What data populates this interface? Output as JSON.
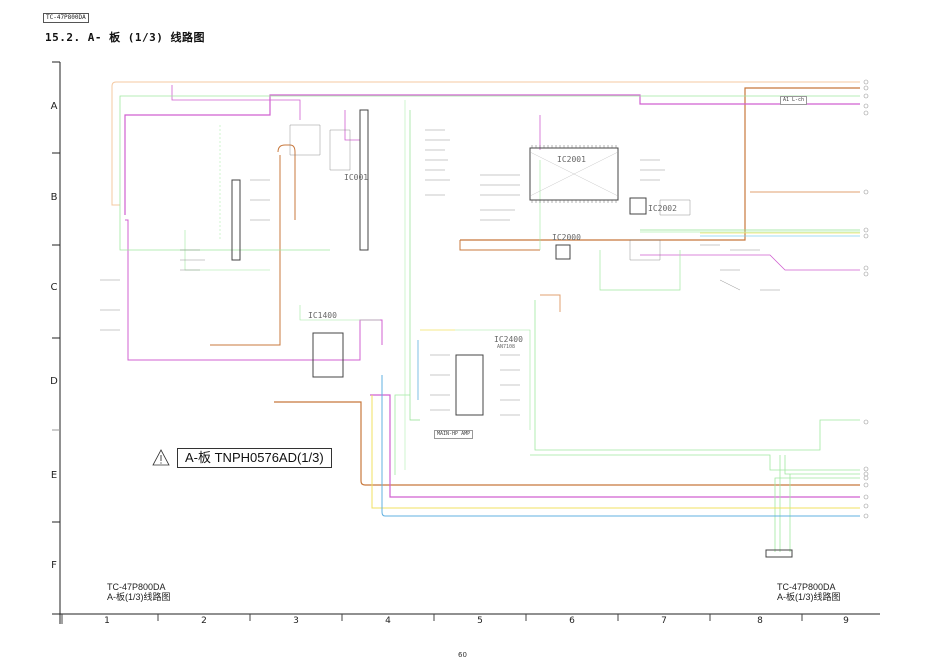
{
  "header": {
    "model_tag": "TC-47P800DA",
    "section_title": "15.2. A- 板 (1/3) 线路图"
  },
  "grid": {
    "rows": [
      "A",
      "B",
      "C",
      "D",
      "E",
      "F"
    ],
    "columns": [
      "1",
      "2",
      "3",
      "4",
      "5",
      "6",
      "7",
      "8",
      "9"
    ]
  },
  "board_label": {
    "warning_icon": "warning-triangle-icon",
    "text": "A-板 TNPH0576AD(1/3)"
  },
  "footer_left": {
    "model": "TC-47P800DA",
    "caption": "A-板(1/3)线路图"
  },
  "footer_right": {
    "model": "TC-47P800DA",
    "caption": "A-板(1/3)线路图"
  },
  "components": {
    "ic1001": "IC001",
    "ic1400": "IC1400",
    "ic2001": "IC2001",
    "ic2002": "IC2002",
    "ic2000": "IC2000",
    "ic2400": "IC2400",
    "ic2400_part": "AN7108",
    "amp_label": "MAIN-HP AMP",
    "right_box": "A1 L-ch"
  },
  "wire_colors": {
    "orange": "#c8783c",
    "peach": "#f4c8a0",
    "magenta": "#d060d0",
    "green": "#90e090",
    "yellow": "#f0e060",
    "blue": "#60b0e0",
    "dark": "#555555"
  },
  "page_number": "60"
}
